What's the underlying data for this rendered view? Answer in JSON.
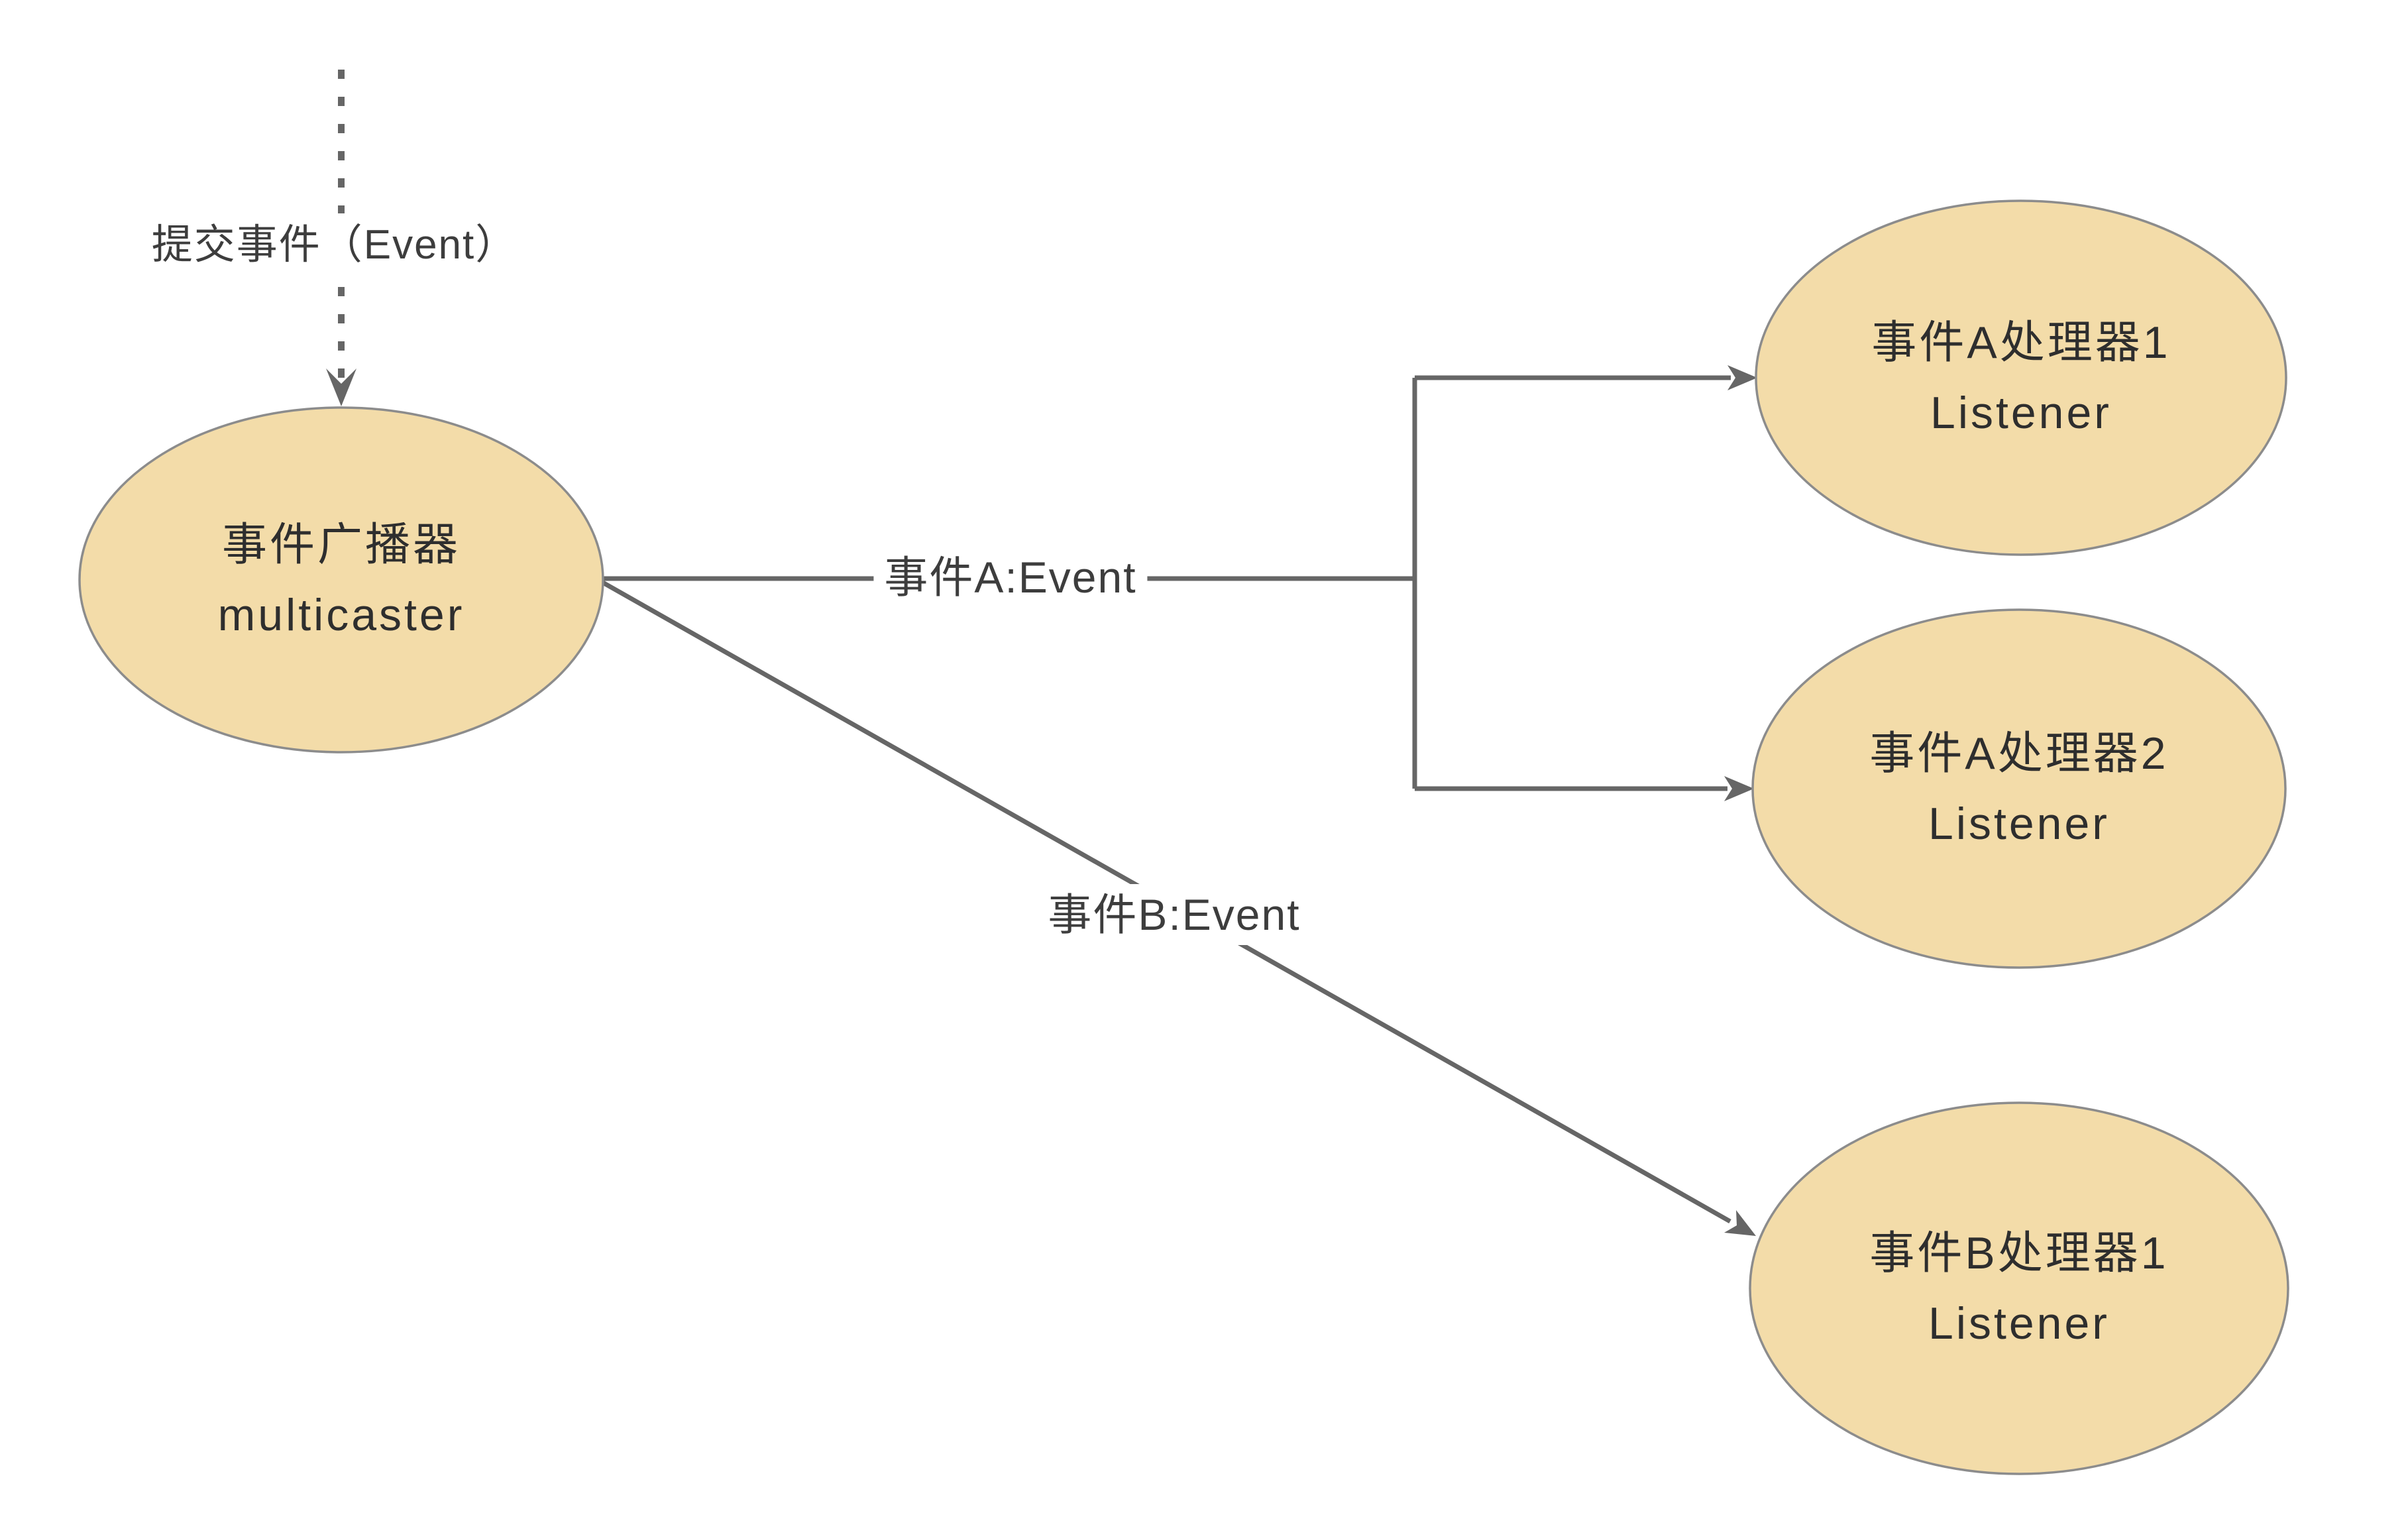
{
  "diagram": {
    "background": "#ffffff",
    "colors": {
      "node_fill": "#F3DCA9",
      "node_border": "#8C8C8C",
      "edge": "#666666",
      "node_text": "#2E2E2E",
      "label_text": "#3D3D3D"
    },
    "top_label": "提交事件（Event）",
    "edge_labels": {
      "event_a": "事件A:Event",
      "event_b": "事件B:Event"
    },
    "nodes": {
      "multicaster": {
        "line1": "事件广播器",
        "line2": "multicaster"
      },
      "listener_a1": {
        "line1": "事件A处理器1",
        "line2": "Listener"
      },
      "listener_a2": {
        "line1": "事件A处理器2",
        "line2": "Listener"
      },
      "listener_b1": {
        "line1": "事件B处理器1",
        "line2": "Listener"
      }
    }
  }
}
